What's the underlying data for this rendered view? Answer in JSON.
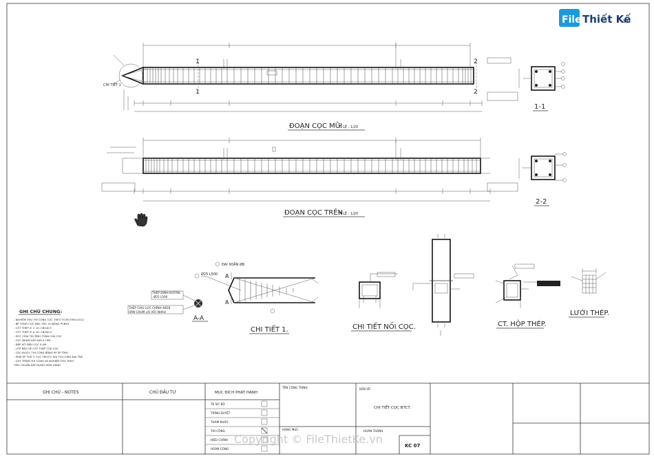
{
  "logo": {
    "brand": "File",
    "name": "Thiết Kế",
    "suffix": ".vn",
    "color_blue": "#1a9bd7",
    "color_dark": "#1b3f6b"
  },
  "watermark": "Copyright © FileThietKe.vn",
  "elevation1": {
    "title": "ĐOẠN CỌC MŨI",
    "scale": "TỈ LỆ : 1/20",
    "section_label": "1-1",
    "cut_marks": [
      "1",
      "1",
      "2",
      "2"
    ],
    "left_note": "CHI TIẾT 1"
  },
  "elevation2": {
    "title": "ĐOẠN CỌC TRÊN",
    "scale": "TỈ LỆ : 1/20",
    "section_label": "2-2"
  },
  "details": {
    "aa": {
      "title": "A-A",
      "label1": "THÉP ĐỊNH HƯỚNG",
      "label2": "Ø25 L500",
      "label3": "THÉP CHỊU LỰC CHÍNH 4Ø18",
      "label4": "HÀN CHUM LẠI VỚI NHAU"
    },
    "ct1": {
      "title": "CHI TIẾT 1.",
      "label1": "ĐAI XOẮN Ø8",
      "label2": "Ø25 L500",
      "markA": "A"
    },
    "noi": {
      "title": "CHI TIẾT NỐI CỌC."
    },
    "hop": {
      "title": "CT. HỘP THÉP."
    },
    "luoi": {
      "title": "LƯỚI THÉP."
    }
  },
  "notes": {
    "heading": "GHI CHÚ CHUNG:",
    "lines": [
      "- NGHIỆM THU THI CÔNG CỌC THEO TCVN 9394:2012",
      "- BÊ TÔNG CỌC MÁC 300, XI MĂNG PCB40",
      "- CỐT THÉP ∅ < 10: CB240-T",
      "- CỐT THÉP ∅ ≥ 10: CB300-V",
      "- SỨC CHỊU TẢI TÍNH TOÁN CỦA CỌC",
      "- CỌC NGÀM VÀO ĐÀI 0.15M",
      "- ĐẬP VỠ ĐẦU CỌC 0.4M",
      "- LỚP BẢO VỆ CỐT THÉP CỦA CỌC",
      "- CỌC ĐƯỢC THI CÔNG BẰNG PP ÉP TĨNH",
      "- PHẢI ÉP THỬ 2 CỌC TRƯỚC KHI THI CÔNG ĐẠI TRÀ",
      "- QUY TRÌNH THI CÔNG VÀ NGHIỆM THU THEO",
      "TIÊU CHUẨN XÂY DỰNG HIỆN HÀNH"
    ]
  },
  "title_block": {
    "ghi_chu": "GHI CHÚ - NOTES",
    "chu_dau_tu": "CHỦ ĐẦU TƯ",
    "muc_dich": "MỤC ĐÍCH PHÁT HÀNH",
    "purposes": [
      {
        "label": "TK SƠ BỘ",
        "checked": false
      },
      {
        "label": "TRÌNH DUYỆT",
        "checked": false
      },
      {
        "label": "THAM KHẢO",
        "checked": false
      },
      {
        "label": "THI CÔNG",
        "checked": true
      },
      {
        "label": "HIỆU CHỈNH",
        "checked": false
      },
      {
        "label": "HOÀN CÔNG",
        "checked": false
      }
    ],
    "ten_cong_trinh": "TÊN CÔNG TRÌNH:",
    "hang_muc": "HẠNG MỤC:",
    "ban_ve": "BẢN VẼ:",
    "drawing_name": "CHI TIẾT CỌC BTCT.",
    "hoan_thanh": "HOÀN THÀNH",
    "sheet_no": "KC 07"
  }
}
